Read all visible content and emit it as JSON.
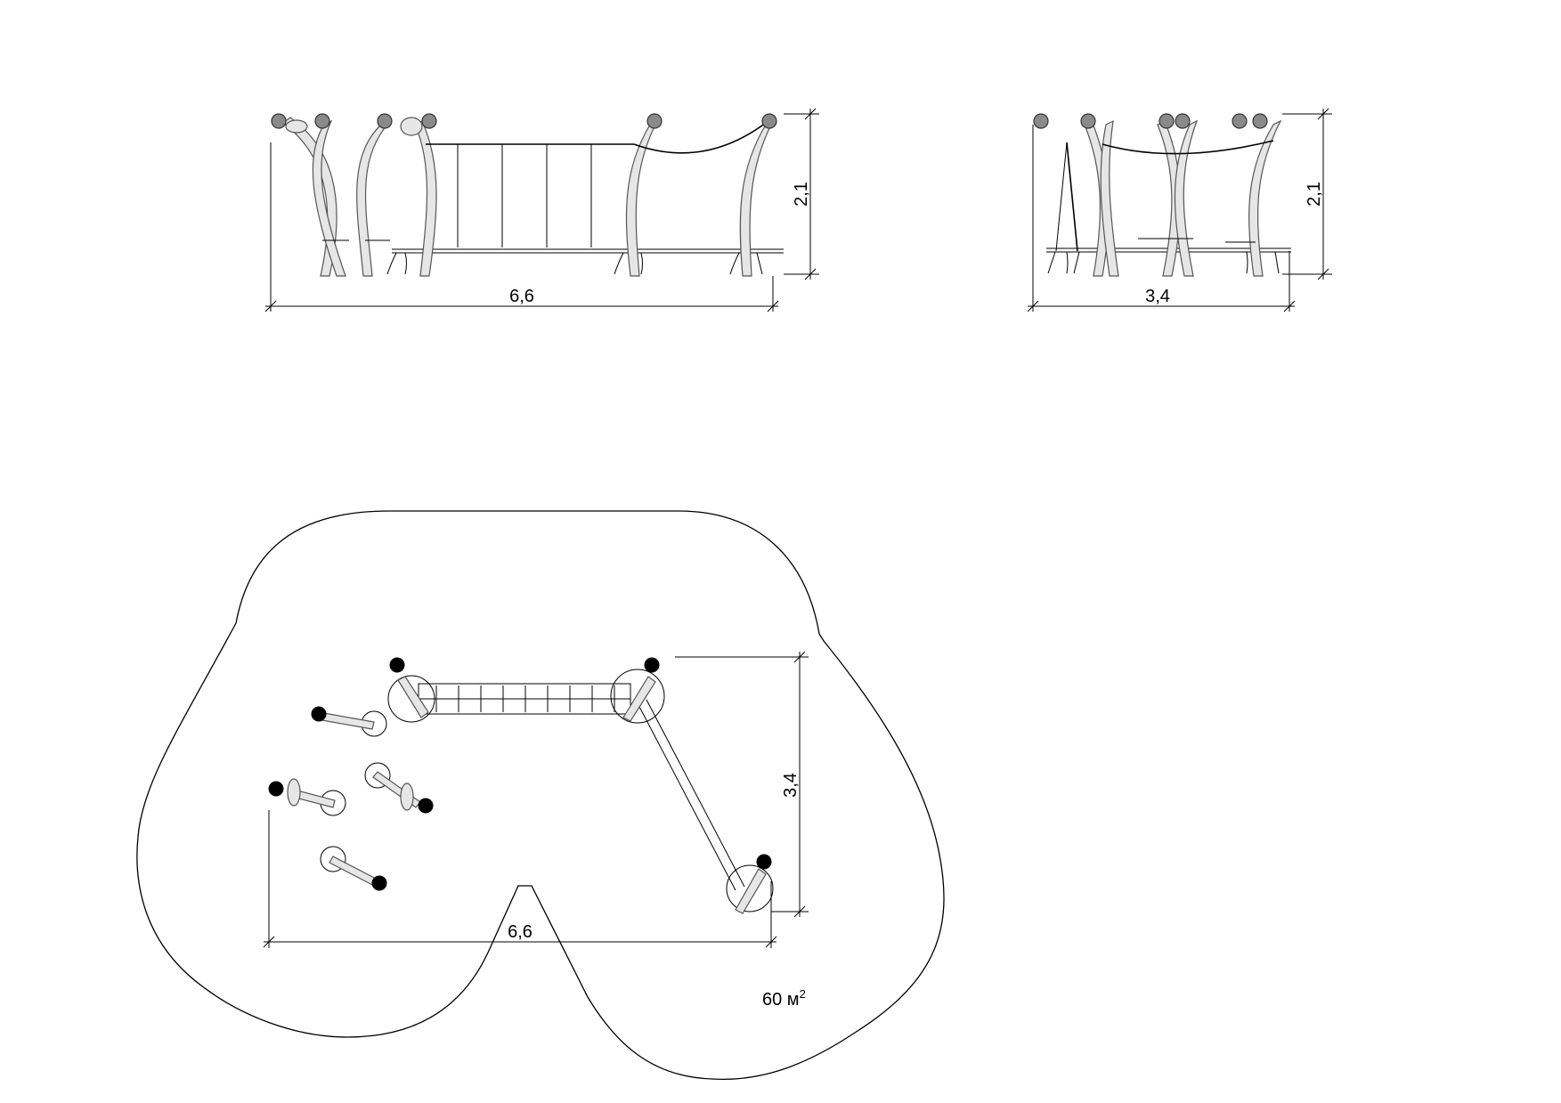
{
  "front_view": {
    "width_label": "6,6",
    "height_label": "2,1"
  },
  "side_view": {
    "width_label": "3,4",
    "height_label": "2,1"
  },
  "plan_view": {
    "width_label": "6,6",
    "depth_label": "3,4",
    "area_value": "60 м",
    "area_unit_sup": "2"
  }
}
